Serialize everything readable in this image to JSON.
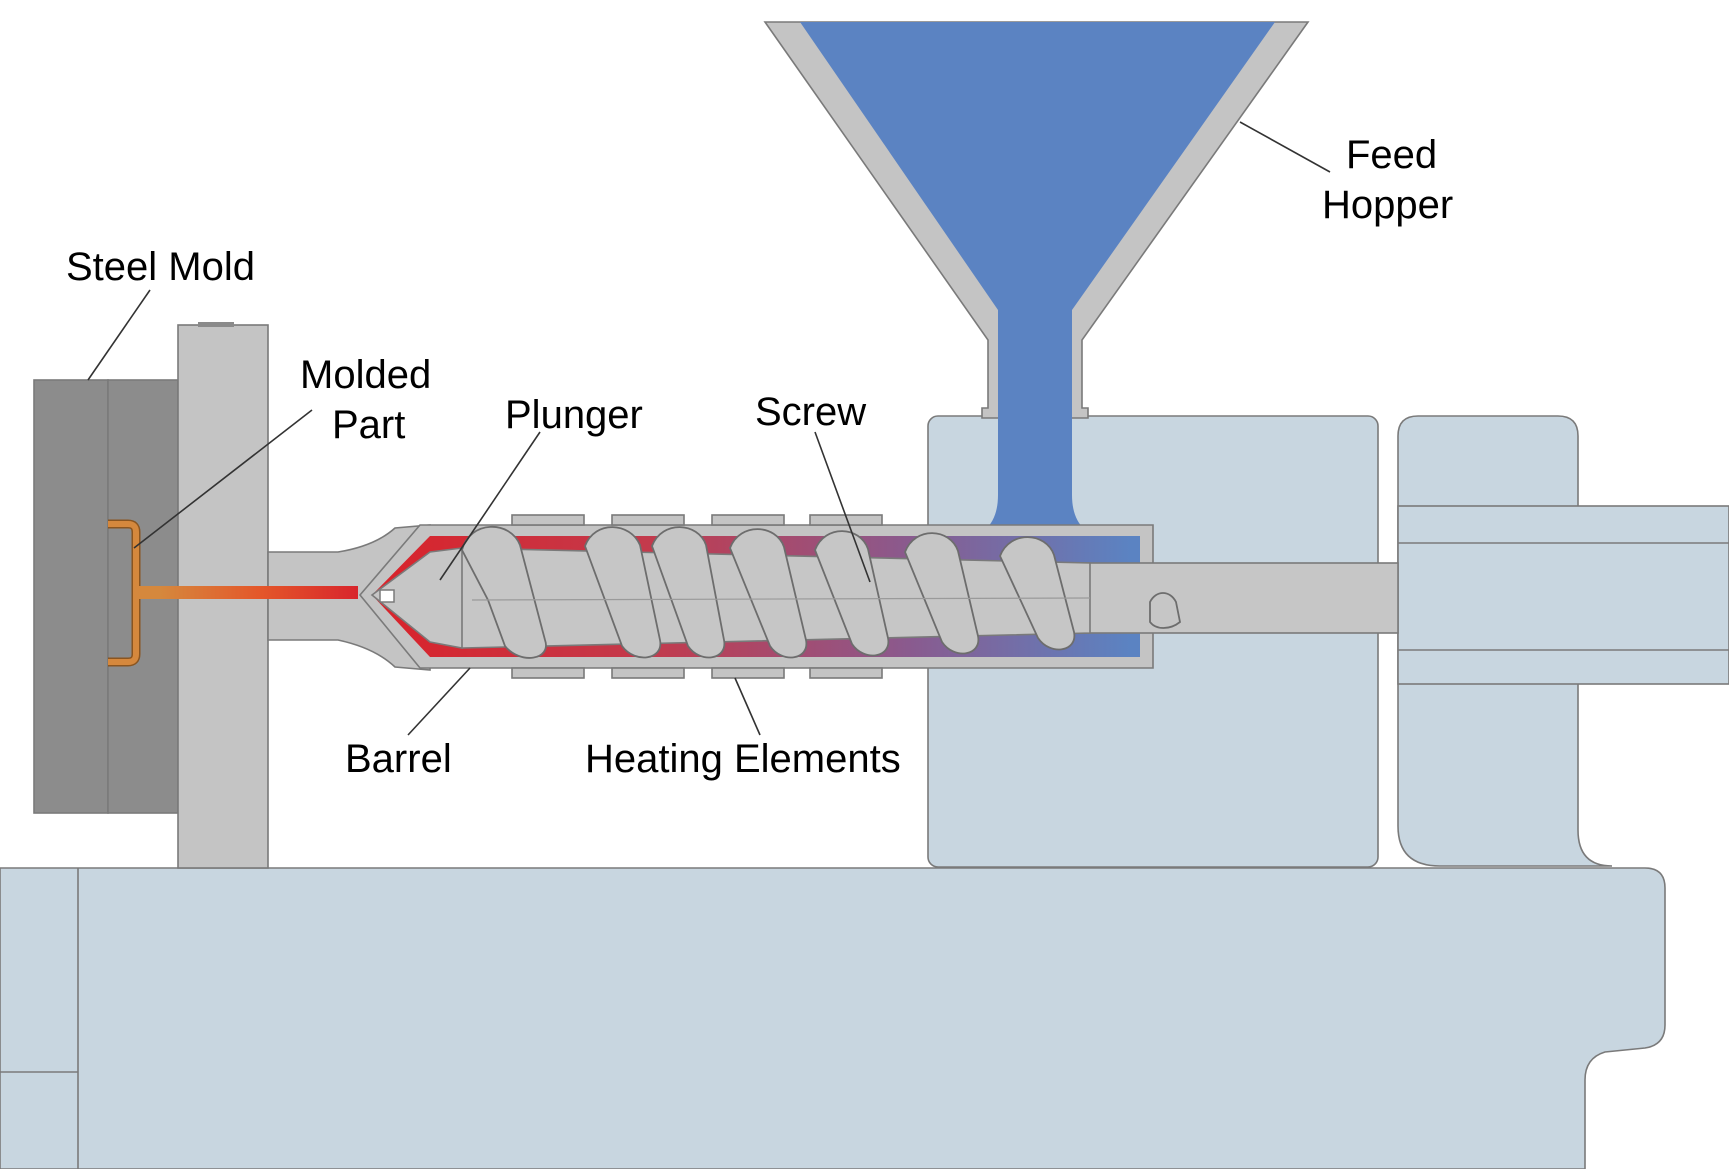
{
  "labels": {
    "steel_mold": "Steel Mold",
    "molded_part_line1": "Molded",
    "molded_part_line2": "Part",
    "plunger": "Plunger",
    "screw": "Screw",
    "feed_hopper_line1": "Feed",
    "feed_hopper_line2": "Hopper",
    "barrel": "Barrel",
    "heating_elements": "Heating Elements"
  },
  "colors": {
    "mold": "#8c8c8c",
    "steel_plate": "#c4c4c4",
    "machine_body": "#c8d6e0",
    "plastic_pellets": "#5b83c2",
    "melt_hot": "#d8242c",
    "melt_cool": "#5b83c2",
    "molded_part": "#d5883d",
    "screw": "#c6c6c6",
    "heater": "#c4c4c4"
  }
}
